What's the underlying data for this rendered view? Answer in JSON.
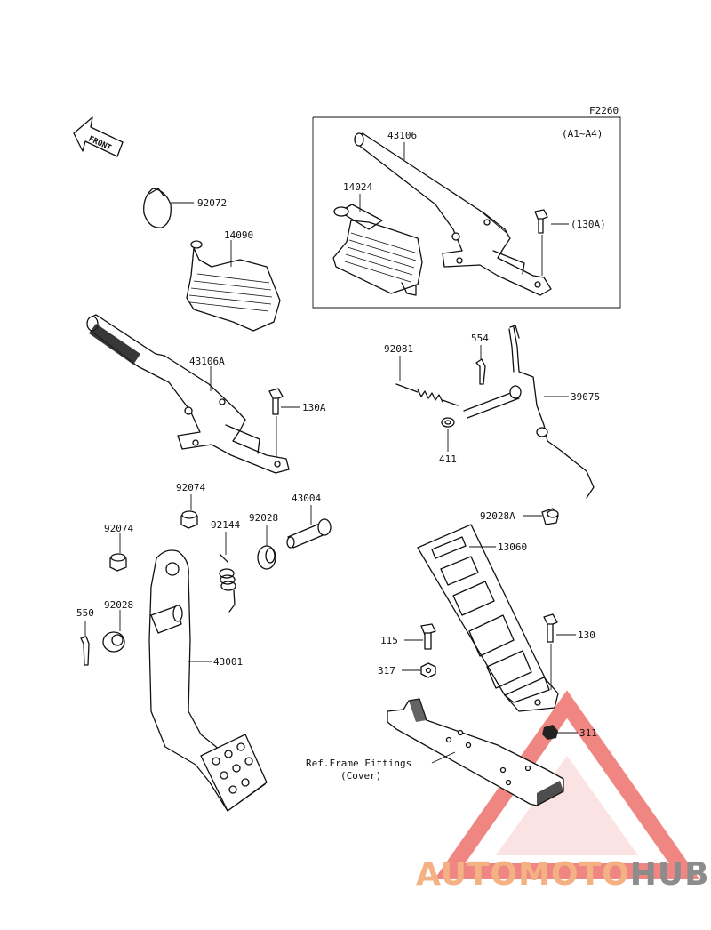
{
  "page_code": "F2260",
  "inset_note": "(A1~A4)",
  "front_label": "FRONT",
  "callouts": [
    {
      "id": "c92072",
      "text": "92072"
    },
    {
      "id": "c14090",
      "text": "14090"
    },
    {
      "id": "c43106",
      "text": "43106"
    },
    {
      "id": "c14024",
      "text": "14024"
    },
    {
      "id": "c130A_inset",
      "text": "(130A)"
    },
    {
      "id": "c43106A",
      "text": "43106A"
    },
    {
      "id": "c130A",
      "text": "130A"
    },
    {
      "id": "c92081",
      "text": "92081"
    },
    {
      "id": "c554",
      "text": "554"
    },
    {
      "id": "c39075",
      "text": "39075"
    },
    {
      "id": "c411",
      "text": "411"
    },
    {
      "id": "c92074a",
      "text": "92074"
    },
    {
      "id": "c43004",
      "text": "43004"
    },
    {
      "id": "c92144",
      "text": "92144"
    },
    {
      "id": "c92028a",
      "text": "92028"
    },
    {
      "id": "c92074b",
      "text": "92074"
    },
    {
      "id": "c92028A",
      "text": "92028A"
    },
    {
      "id": "c13060",
      "text": "13060"
    },
    {
      "id": "c550",
      "text": "550"
    },
    {
      "id": "c92028b",
      "text": "92028"
    },
    {
      "id": "c43001",
      "text": "43001"
    },
    {
      "id": "c130",
      "text": "130"
    },
    {
      "id": "c115",
      "text": "115"
    },
    {
      "id": "c317",
      "text": "317"
    },
    {
      "id": "c311",
      "text": "311"
    },
    {
      "id": "cref1",
      "text": "Ref.Frame Fittings"
    },
    {
      "id": "cref2",
      "text": "(Cover)"
    }
  ],
  "watermark": {
    "part1": "AUTOMOTO",
    "part2": "HUB",
    "color1": "#f4b183",
    "color2": "#8c8c8c",
    "triangle_color": "#e8423a"
  }
}
